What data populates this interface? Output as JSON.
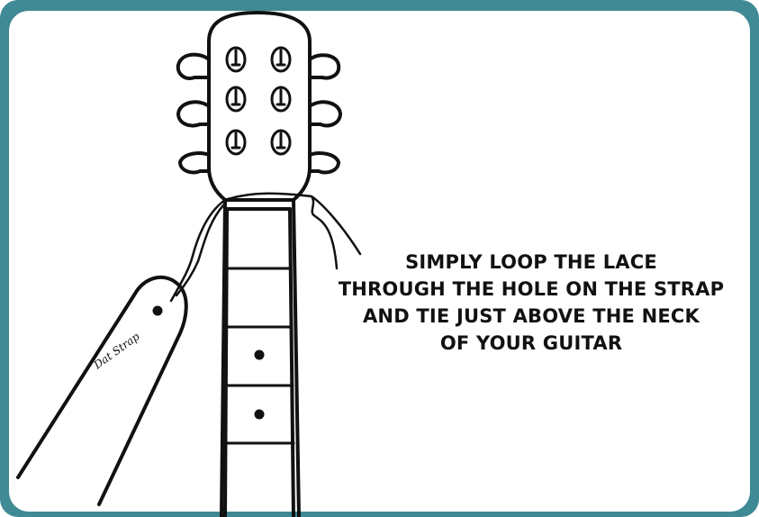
{
  "colors": {
    "frame": "#3f8a94",
    "ink": "#111111",
    "background": "#ffffff"
  },
  "strap": {
    "brand_text": "Dat Strap"
  },
  "instruction": {
    "lines": [
      "SIMPLY LOOP THE LACE",
      "THROUGH THE HOLE ON THE STRAP",
      "AND TIE JUST ABOVE THE NECK",
      "OF YOUR GUITAR"
    ]
  }
}
